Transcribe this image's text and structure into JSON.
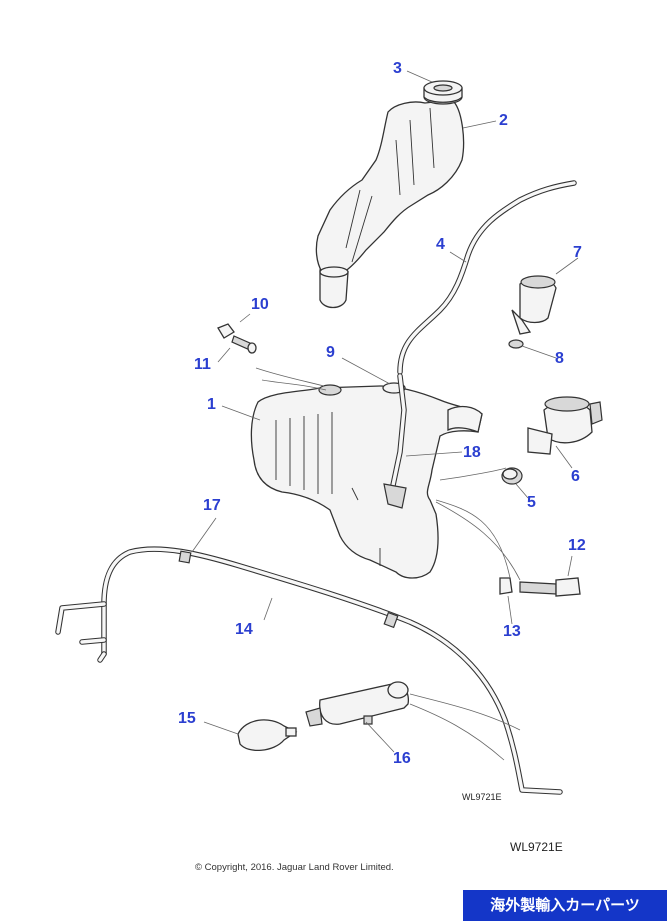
{
  "callouts": [
    {
      "id": "3",
      "label": "3"
    },
    {
      "id": "2",
      "label": "2"
    },
    {
      "id": "4",
      "label": "4"
    },
    {
      "id": "7",
      "label": "7"
    },
    {
      "id": "10",
      "label": "10"
    },
    {
      "id": "11",
      "label": "11"
    },
    {
      "id": "9",
      "label": "9"
    },
    {
      "id": "8",
      "label": "8"
    },
    {
      "id": "1",
      "label": "1"
    },
    {
      "id": "18",
      "label": "18"
    },
    {
      "id": "6",
      "label": "6"
    },
    {
      "id": "5",
      "label": "5"
    },
    {
      "id": "17",
      "label": "17"
    },
    {
      "id": "12",
      "label": "12"
    },
    {
      "id": "14",
      "label": "14"
    },
    {
      "id": "13",
      "label": "13"
    },
    {
      "id": "15",
      "label": "15"
    },
    {
      "id": "16",
      "label": "16"
    }
  ],
  "drawing_code_small": "WL9721E",
  "drawing_code_large": "WL9721E",
  "copyright": "© Copyright, 2016. Jaguar Land Rover Limited.",
  "badge_text": "海外製輸入カーパーツ",
  "colors": {
    "callout": "#2b3fd0",
    "badge": "#1436c8"
  }
}
